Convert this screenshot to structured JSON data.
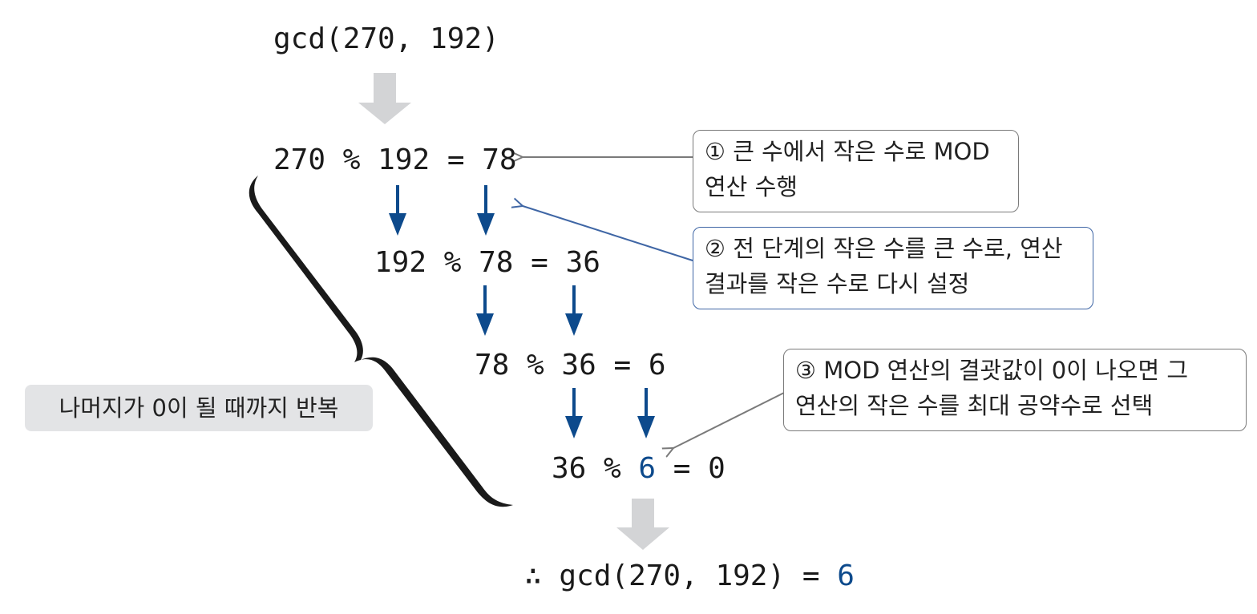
{
  "header": {
    "expression": "gcd(270, 192)"
  },
  "steps": [
    {
      "dividend": "270",
      "op": "%",
      "divisor": "192",
      "eq": "=",
      "remainder": "78"
    },
    {
      "dividend": "192",
      "op": "%",
      "divisor": "78",
      "eq": "=",
      "remainder": "36"
    },
    {
      "dividend": "78",
      "op": "%",
      "divisor": "36",
      "eq": "=",
      "remainder": "6"
    },
    {
      "dividend": "36",
      "op": "%",
      "divisor": "6",
      "eq": "=",
      "remainder": "0"
    }
  ],
  "result": {
    "therefore": "∴",
    "expression": "gcd(270, 192)",
    "eq": "=",
    "value": "6"
  },
  "callouts": [
    {
      "line1": "① 큰 수에서 작은 수로 MOD",
      "line2": "연산 수행"
    },
    {
      "line1": "② 전 단계의 작은 수를 큰 수로, 연산",
      "line2": "결과를 작은 수로 다시 설정"
    },
    {
      "line1": "③ MOD 연산의 결괏값이 0이 나오면 그",
      "line2": "연산의 작은 수를 최대 공약수로 선택"
    }
  ],
  "loop_label": "나머지가 0이 될 때까지 반복",
  "colors": {
    "accent_blue": "#0d4a8c",
    "flow_arrow_gray": "#d3d4d6",
    "callout_gray": "#7a7a7a",
    "callout_blue": "#3f66a5",
    "label_bg": "#e3e4e6"
  }
}
